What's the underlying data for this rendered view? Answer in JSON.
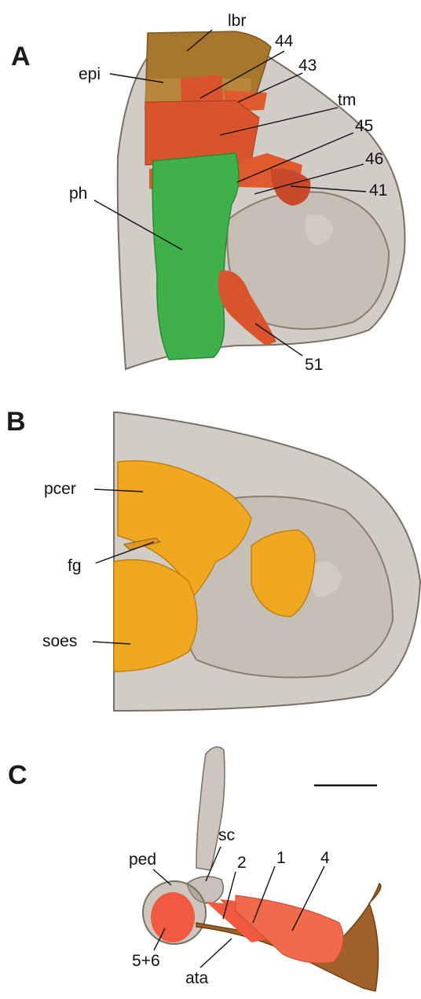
{
  "panels": {
    "a": {
      "letter": "A",
      "labels": {
        "lbr": "lbr",
        "epi": "epi",
        "m44": "44",
        "m43": "43",
        "tm": "tm",
        "m45": "45",
        "m46": "46",
        "m41": "41",
        "ph": "ph",
        "m51": "51"
      }
    },
    "b": {
      "letter": "B",
      "labels": {
        "pcer": "pcer",
        "fg": "fg",
        "soes": "soes"
      }
    },
    "c": {
      "letter": "C",
      "labels": {
        "ped": "ped",
        "sc": "sc",
        "m2": "2",
        "m1": "1",
        "m4": "4",
        "m56": "5+6",
        "ata": "ata"
      }
    }
  },
  "colors": {
    "cuticle": "#9a8e80",
    "labrum": "#a8772e",
    "muscle": "#d9532c",
    "pharynx": "#3fb04a",
    "brain": "#f0a820",
    "tentorium": "#a0622a",
    "antenna_muscle": "#ef5a40"
  }
}
